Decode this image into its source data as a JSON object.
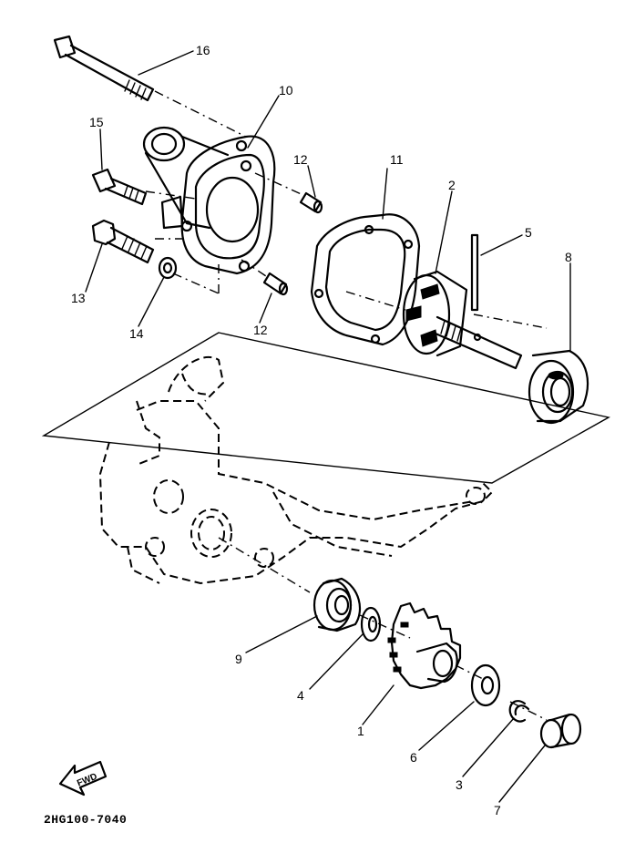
{
  "callouts": {
    "p16": "16",
    "p10": "10",
    "p15": "15",
    "p12a": "12",
    "p11": "11",
    "p2": "2",
    "p5": "5",
    "p8": "8",
    "p13": "13",
    "p14": "14",
    "p12b": "12",
    "p9": "9",
    "p4": "4",
    "p1": "1",
    "p6": "6",
    "p3": "3",
    "p7": "7"
  },
  "fwd_label": "FWD",
  "diagram_code": "2HG100-7040"
}
